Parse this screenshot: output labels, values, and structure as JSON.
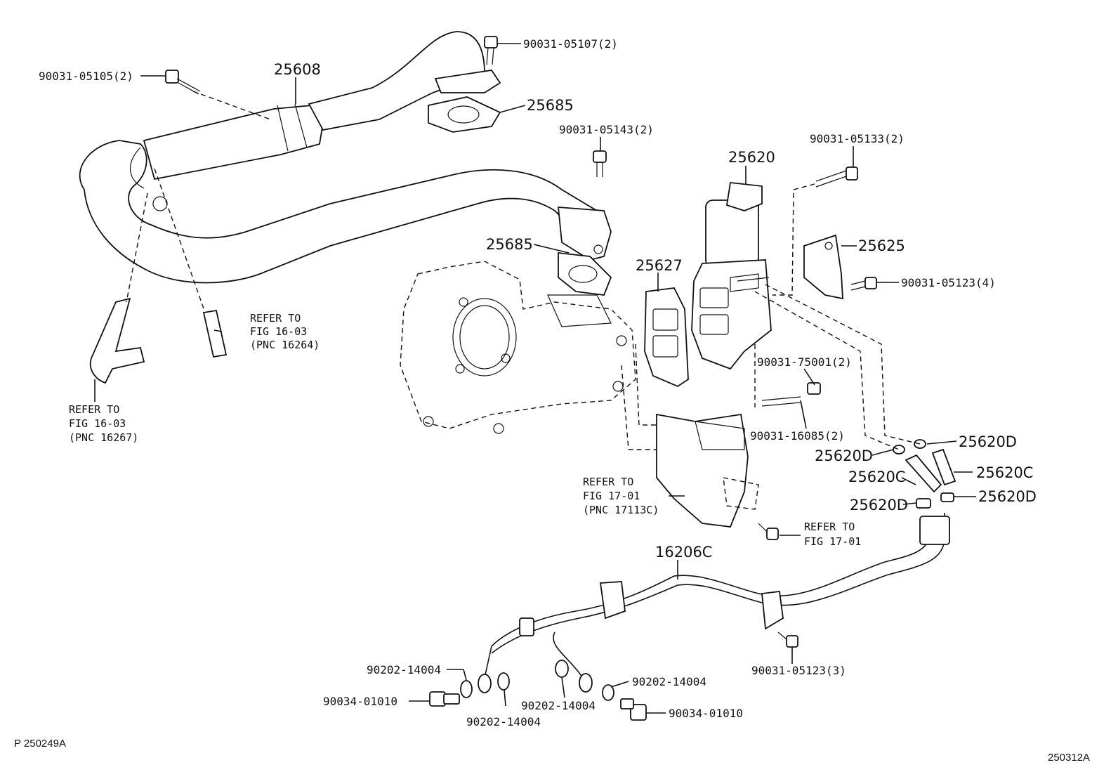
{
  "callouts": {
    "p90031_05105": "90031-05105(2)",
    "p25608": "25608",
    "p90031_05107": "90031-05107(2)",
    "p25685_top": "25685",
    "p90031_05143": "90031-05143(2)",
    "p25620": "25620",
    "p90031_05133": "90031-05133(2)",
    "p25685_mid": "25685",
    "p25627": "25627",
    "p25625": "25625",
    "p90031_05123_4": "90031-05123(4)",
    "p90031_75001": "90031-75001(2)",
    "p90031_16085": "90031-16085(2)",
    "p25620D_a": "25620D",
    "p25620D_b": "25620D",
    "p25620C_a": "25620C",
    "p25620C_b": "25620C",
    "p25620D_c": "25620D",
    "p25620D_d": "25620D",
    "p16206C": "16206C",
    "p90031_05123_3": "90031-05123(3)",
    "p90202_14004_a": "90202-14004",
    "p90034_01010_a": "90034-01010",
    "p90202_14004_b": "90202-14004",
    "p90202_14004_c": "90202-14004",
    "p90202_14004_d": "90202-14004",
    "p90034_01010_b": "90034-01010"
  },
  "references": {
    "ref_a": [
      "REFER TO",
      "FIG 16-03",
      "(PNC 16264)"
    ],
    "ref_b": [
      "REFER TO",
      "FIG 16-03",
      "(PNC 16267)"
    ],
    "ref_c": [
      "REFER TO",
      "FIG 17-01",
      "(PNC 17113C)"
    ],
    "ref_d": [
      "REFER TO",
      "FIG 17-01"
    ]
  },
  "footer": {
    "left_code": "P 250249A",
    "right_code": "250312A"
  }
}
